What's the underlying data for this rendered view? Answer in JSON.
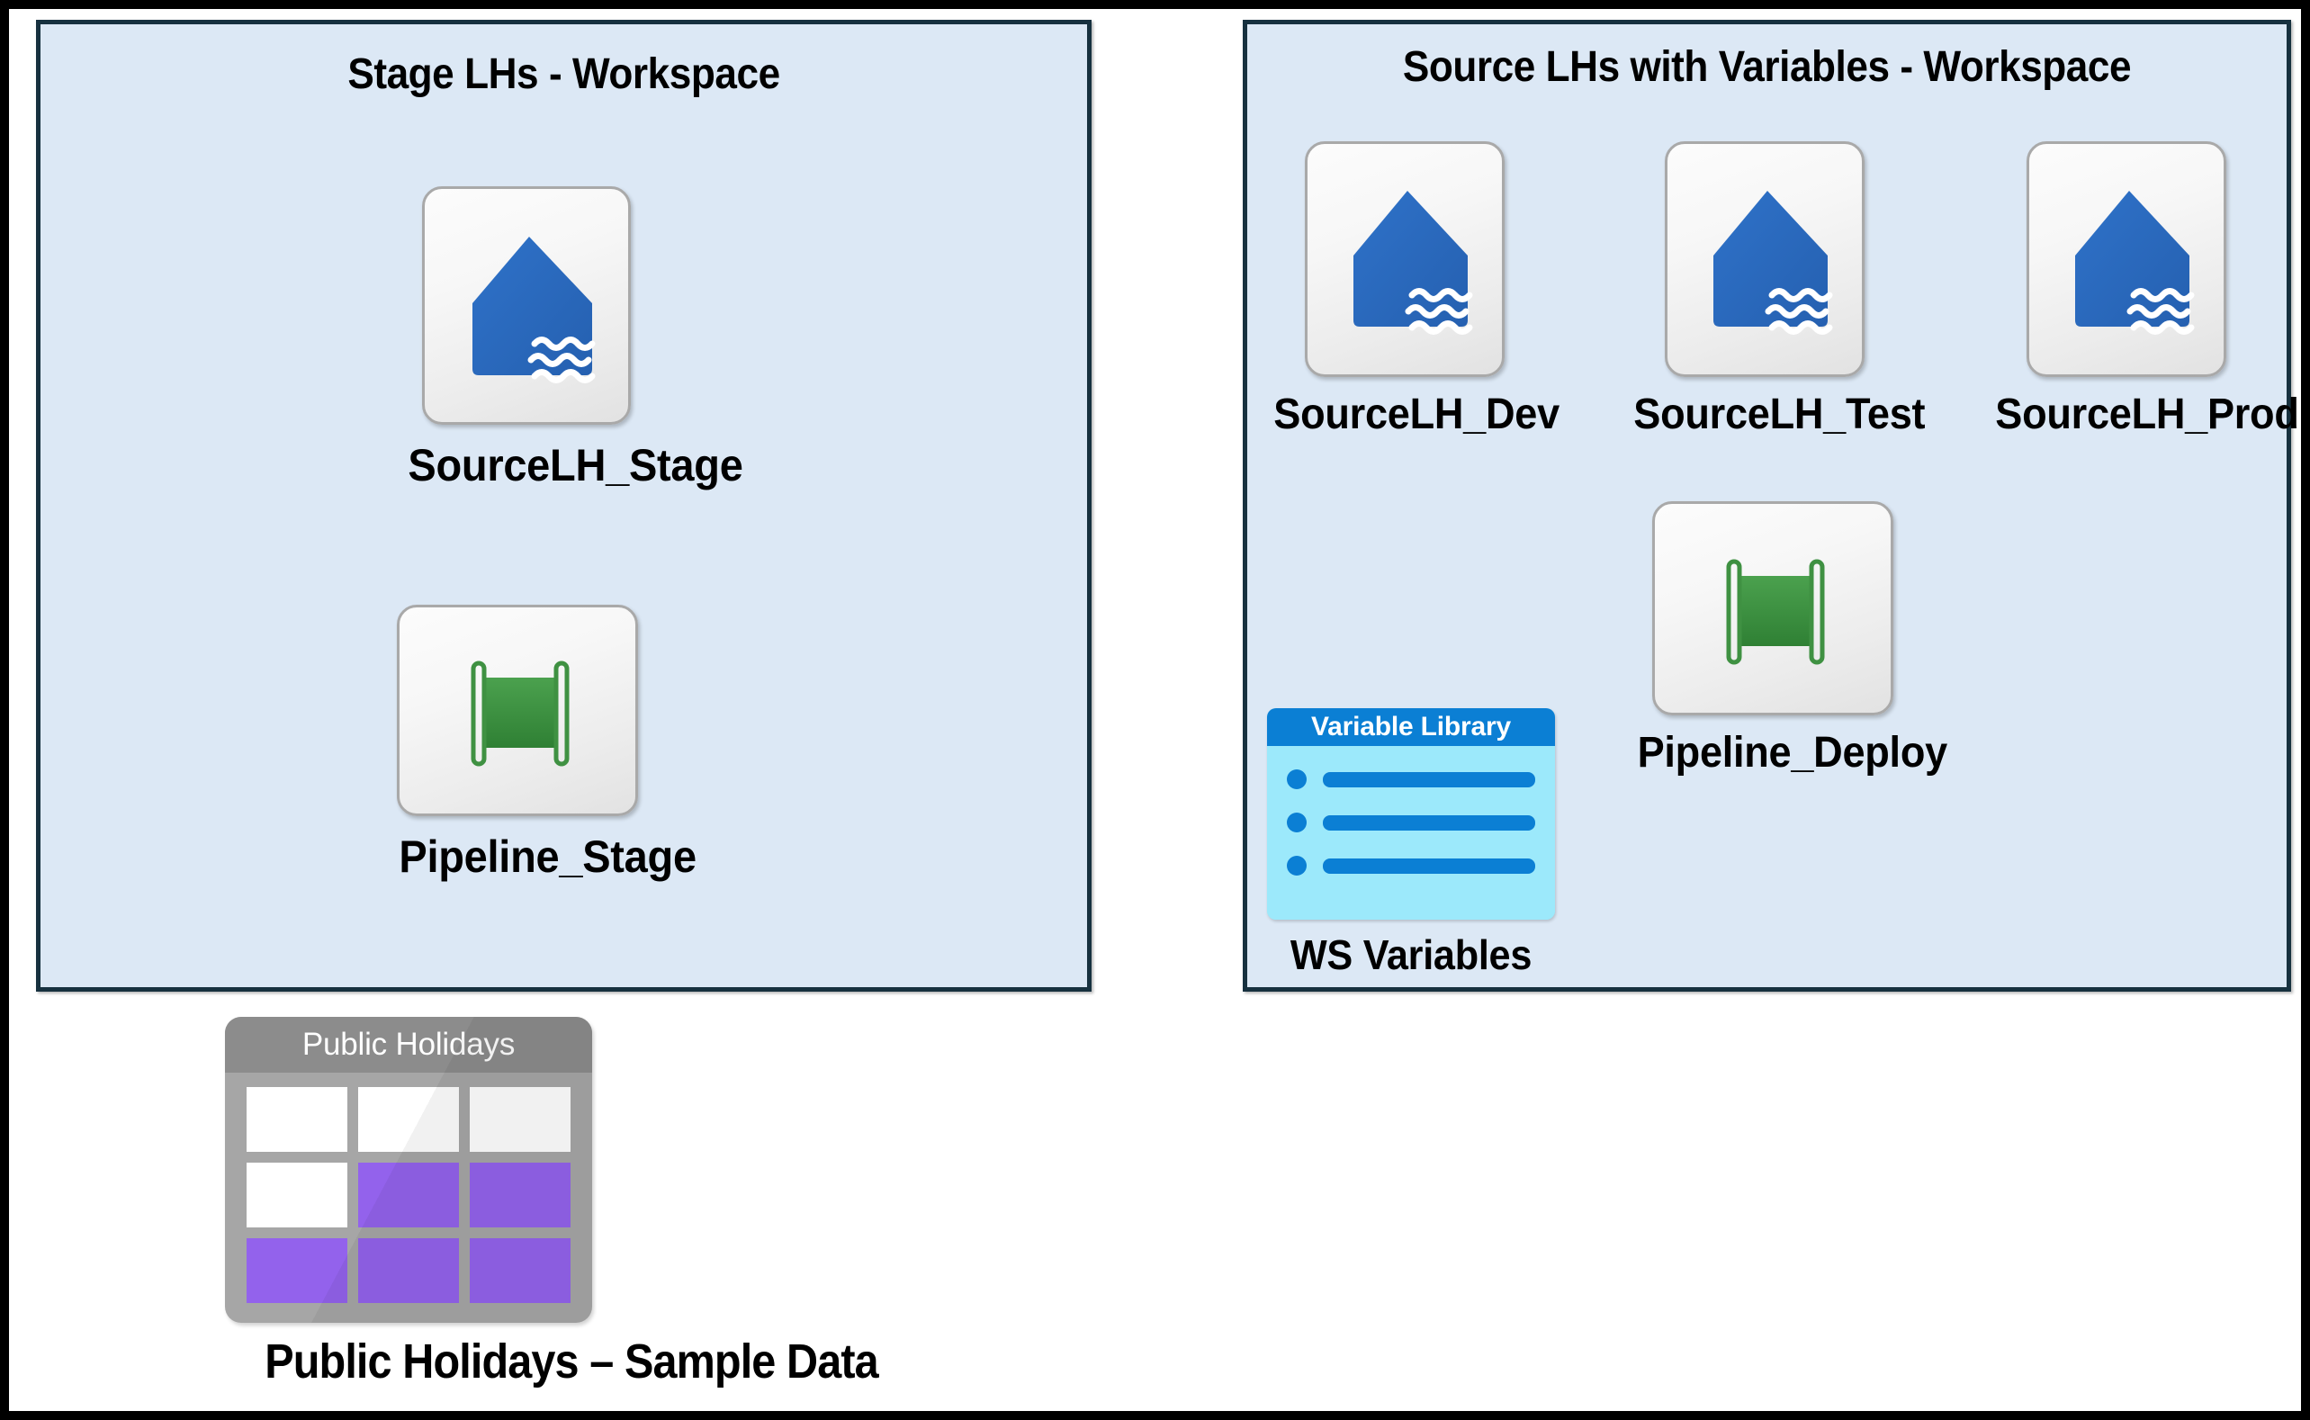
{
  "diagram": {
    "title_bar_color": "#17313f",
    "panel_fill": "#dce8f5",
    "lakehouse_blue": "#2b6cc4",
    "pipeline_green": "#3f9142",
    "variable_blue": "#0b7fd4",
    "variable_cyan": "#9ce9fb",
    "table_gray": "#a6a6a6",
    "table_purple": "#9362ec"
  },
  "left_panel": {
    "title": "Stage LHs - Workspace",
    "items": [
      {
        "label": "SourceLH_Stage",
        "icon": "lakehouse-icon"
      },
      {
        "label": "Pipeline_Stage",
        "icon": "pipeline-icon"
      }
    ]
  },
  "right_panel": {
    "title": "Source LHs with Variables - Workspace",
    "items": [
      {
        "label": "SourceLH_Dev",
        "icon": "lakehouse-icon"
      },
      {
        "label": "SourceLH_Test",
        "icon": "lakehouse-icon"
      },
      {
        "label": "SourceLH_Prod",
        "icon": "lakehouse-icon"
      },
      {
        "label": "Pipeline_Deploy",
        "icon": "pipeline-icon"
      }
    ],
    "variable_library": {
      "label": "WS Variables",
      "card_title": "Variable Library",
      "rows": 3
    }
  },
  "sample_data": {
    "label": "Public Holidays – Sample Data",
    "card_title": "Public Holidays",
    "grid": [
      [
        "white",
        "white",
        "white"
      ],
      [
        "white",
        "purple",
        "purple"
      ],
      [
        "purple",
        "purple",
        "purple"
      ]
    ]
  }
}
